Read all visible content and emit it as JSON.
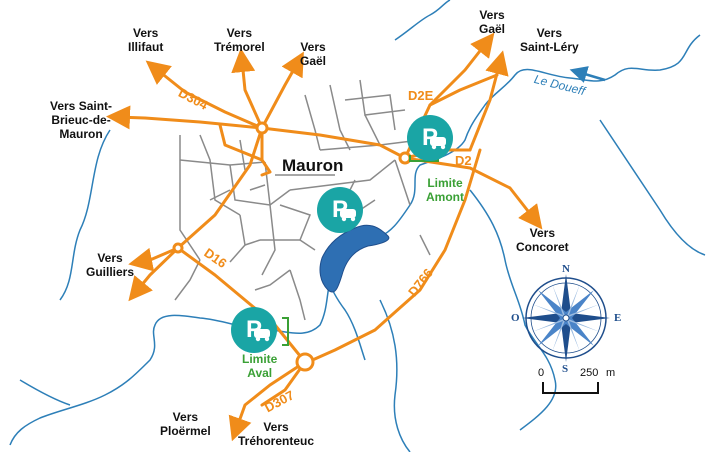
{
  "town": "Mauron",
  "destinations": {
    "illifaut": "Vers\nIllifaut",
    "tremorel": "Vers\nTrémorel",
    "gael_west": "Vers\nGaël",
    "gael_north": "Vers\nGaël",
    "saint_lery": "Vers\nSaint-Léry",
    "saint_brieuc": "Vers Saint-\nBrieuc-de-\nMauron",
    "guilliers": "Vers\nGuilliers",
    "concoret": "Vers\nConcoret",
    "ploermel": "Vers\nPloërmel",
    "trehorenteuc": "Vers\nTréhorenteuc"
  },
  "roads": {
    "d304": "D304",
    "d2e": "D2E",
    "d2": "D2",
    "d16": "D16",
    "d766": "D766",
    "d307": "D307"
  },
  "river": "Le Doueff",
  "limits": {
    "amont": "Limite\nAmont",
    "aval": "Limite\nAval"
  },
  "parking_icon": "parking-car-icon",
  "compass": {
    "n": "N",
    "s": "S",
    "e": "E",
    "o": "O"
  },
  "scale": {
    "zero": "0",
    "value": "250",
    "unit": "m"
  },
  "colors": {
    "road": "#f08c1a",
    "street": "#8a8a8a",
    "river": "#2d7fb8",
    "lake": "#2e6fb3",
    "parking": "#1aa5a5",
    "limit": "#3aa035",
    "compass": "#1f4e8c"
  }
}
